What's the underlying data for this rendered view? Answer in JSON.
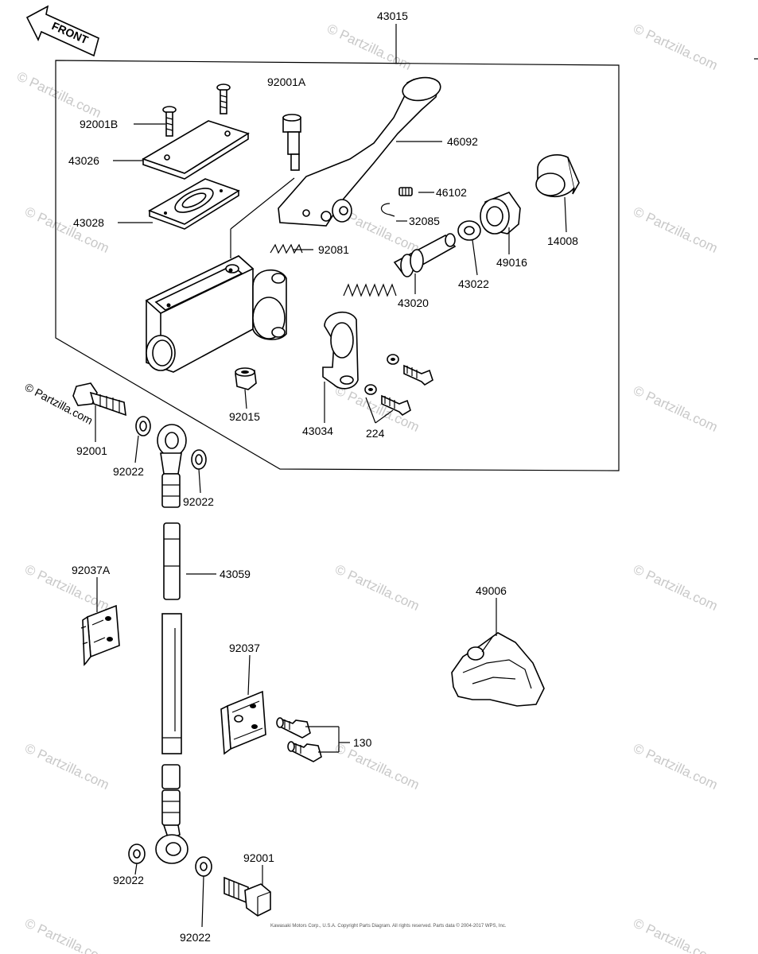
{
  "front_label": "FRONT",
  "copyright": "© Partzilla.com",
  "watermark": "© Partzilla.com",
  "footer_text": "Kawasaki Motors Corp., U.S.A. Copyright Parts Diagram. All rights reserved. Parts data © 2004-2017 WPS, Inc.",
  "parts": [
    {
      "id": "43015",
      "label": "43015"
    },
    {
      "id": "92001A",
      "label": "92001A"
    },
    {
      "id": "92001B",
      "label": "92001B"
    },
    {
      "id": "43026",
      "label": "43026"
    },
    {
      "id": "43028",
      "label": "43028"
    },
    {
      "id": "46092",
      "label": "46092"
    },
    {
      "id": "46102",
      "label": "46102"
    },
    {
      "id": "32085",
      "label": "32085"
    },
    {
      "id": "14008",
      "label": "14008"
    },
    {
      "id": "49016",
      "label": "49016"
    },
    {
      "id": "43022",
      "label": "43022"
    },
    {
      "id": "92081",
      "label": "92081"
    },
    {
      "id": "43020",
      "label": "43020"
    },
    {
      "id": "92015",
      "label": "92015"
    },
    {
      "id": "43034",
      "label": "43034"
    },
    {
      "id": "224",
      "label": "224"
    },
    {
      "id": "92001-top",
      "label": "92001"
    },
    {
      "id": "92022-a",
      "label": "92022"
    },
    {
      "id": "92022-b",
      "label": "92022"
    },
    {
      "id": "43059",
      "label": "43059"
    },
    {
      "id": "92037A",
      "label": "92037A"
    },
    {
      "id": "49006",
      "label": "49006"
    },
    {
      "id": "92037",
      "label": "92037"
    },
    {
      "id": "130",
      "label": "130"
    },
    {
      "id": "92001-bottom",
      "label": "92001"
    },
    {
      "id": "92022-c",
      "label": "92022"
    },
    {
      "id": "92022-d",
      "label": "92022"
    }
  ]
}
